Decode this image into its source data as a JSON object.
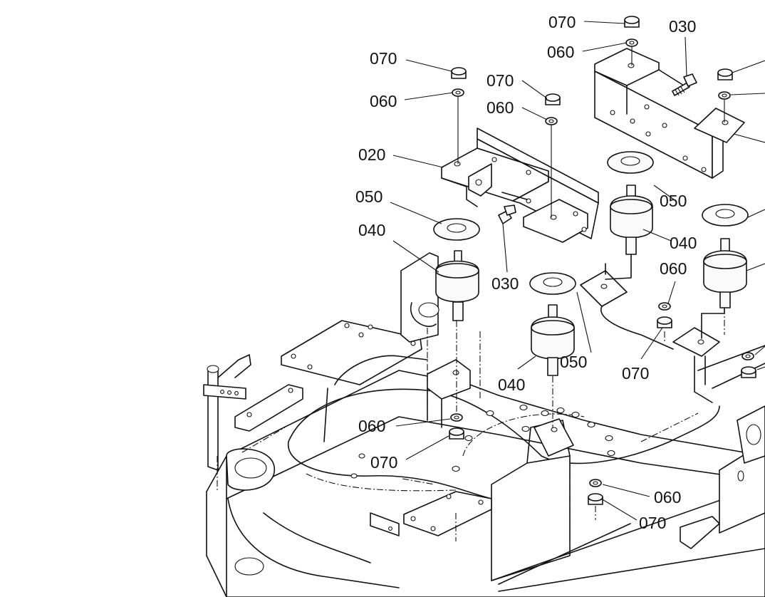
{
  "callouts": [
    {
      "id": "c1",
      "text": "070"
    },
    {
      "id": "c2",
      "text": "060"
    },
    {
      "id": "c3",
      "text": "030"
    },
    {
      "id": "c4",
      "text": "070"
    },
    {
      "id": "c5",
      "text": "060"
    },
    {
      "id": "c6",
      "text": "070"
    },
    {
      "id": "c7",
      "text": "060"
    },
    {
      "id": "c8",
      "text": "020"
    },
    {
      "id": "c9",
      "text": "050"
    },
    {
      "id": "c10",
      "text": "040"
    },
    {
      "id": "c11",
      "text": "030"
    },
    {
      "id": "c12",
      "text": "050"
    },
    {
      "id": "c13",
      "text": "040"
    },
    {
      "id": "c14",
      "text": "060"
    },
    {
      "id": "c15",
      "text": "050"
    },
    {
      "id": "c16",
      "text": "070"
    },
    {
      "id": "c17",
      "text": "040"
    },
    {
      "id": "c18",
      "text": "060"
    },
    {
      "id": "c19",
      "text": "070"
    },
    {
      "id": "c20",
      "text": "060"
    },
    {
      "id": "c21",
      "text": "070"
    }
  ]
}
